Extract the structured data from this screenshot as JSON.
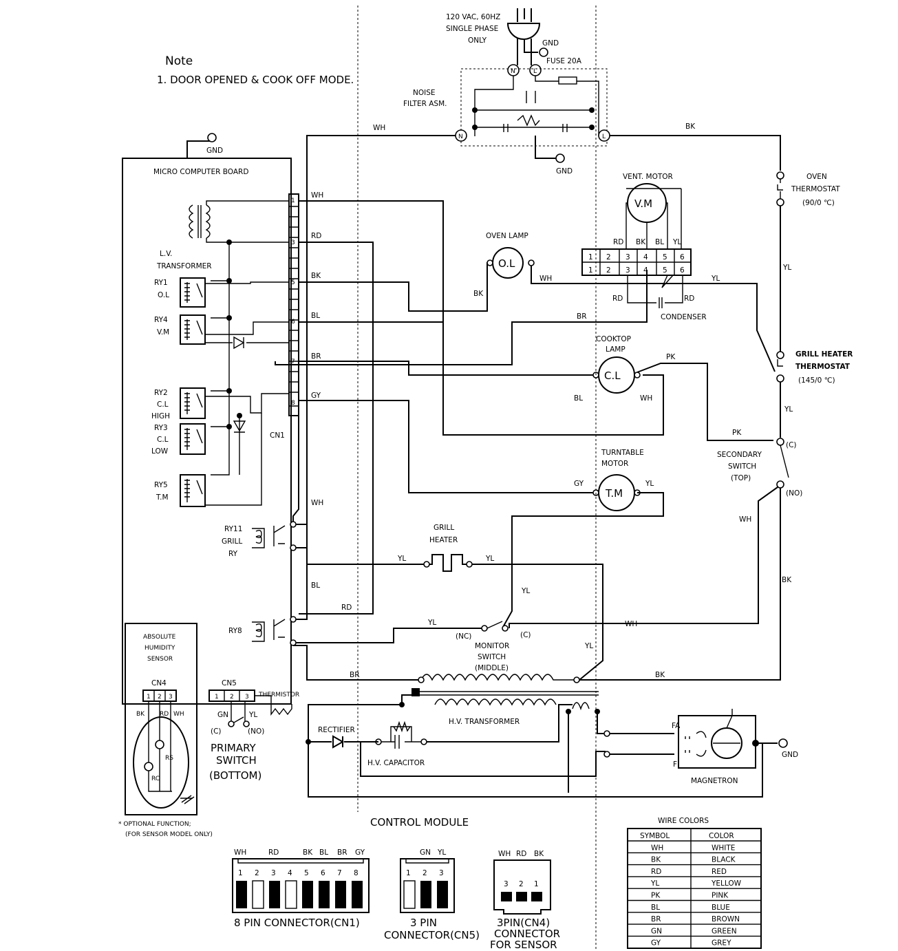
{
  "note": {
    "title": "Note",
    "item": "1. DOOR OPENED & COOK OFF MODE."
  },
  "power": {
    "spec1": "120 VAC, 60Hz",
    "spec2": "SINGLE PHASE",
    "spec3": "ONLY",
    "gnd": "GND",
    "fuse": "FUSE 20A",
    "n": "N",
    "l": "L"
  },
  "noise_filter": {
    "line1": "NOISE",
    "line2": "FILTER ASM."
  },
  "gnd": "GND",
  "board": {
    "title": "MICRO COMPUTER BOARD",
    "cn1": "CN1",
    "cn1_pins": [
      "1",
      "3",
      "5",
      "6",
      "7",
      "8"
    ]
  },
  "lv_transformer": {
    "line1": "L.V.",
    "line2": "TRANSFORMER"
  },
  "relays": {
    "ry1": [
      "RY1",
      "O.L"
    ],
    "ry4": [
      "RY4",
      "V.M"
    ],
    "ry2": [
      "RY2",
      "C.L",
      "HIGH"
    ],
    "ry3": [
      "RY3",
      "C.L",
      "LOW"
    ],
    "ry5": [
      "RY5",
      "T.M"
    ],
    "ry11": [
      "RY11",
      "GRILL",
      "RY"
    ],
    "ry8": "RY8"
  },
  "wires": {
    "wh": "WH",
    "rd": "RD",
    "bk": "BK",
    "bl": "BL",
    "br": "BR",
    "gy": "GY",
    "yl": "YL",
    "pk": "PK",
    "gn": "GN"
  },
  "oven_lamp": {
    "label": "OVEN LAMP",
    "symbol": "O.L"
  },
  "vent_motor": {
    "label": "VENT. MOTOR",
    "symbol": "V.M",
    "pins": [
      "1",
      "2",
      "3",
      "4",
      "5",
      "6"
    ],
    "condenser": "CONDENSER"
  },
  "oven_thermostat": {
    "line1": "OVEN",
    "line2": "THERMOSTAT",
    "line3": "(90/0 ℃)"
  },
  "grill_thermostat": {
    "line1": "GRILL HEATER",
    "line2": "THERMOSTAT",
    "line3": "(145/0 ℃)"
  },
  "cooktop_lamp": {
    "line1": "COOKTOP",
    "line2": "LAMP",
    "symbol": "C.L"
  },
  "turntable": {
    "line1": "TURNTABLE",
    "line2": "MOTOR",
    "symbol": "T.M"
  },
  "secondary_switch": {
    "line1": "SECONDARY",
    "line2": "SWITCH",
    "line3": "(TOP)",
    "c": "(C)",
    "no": "(NO)"
  },
  "grill_heater": {
    "line1": "GRILL",
    "line2": "HEATER"
  },
  "monitor_switch": {
    "nc": "(NC)",
    "c": "(C)",
    "line1": "MONITOR",
    "line2": "SWITCH",
    "line3": "(MIDDLE)"
  },
  "humidity": {
    "line1": "ABSOLUTE",
    "line2": "HUMIDITY",
    "line3": "SENSOR",
    "cn4": "CN4",
    "pins": [
      "1",
      "2",
      "3"
    ],
    "rs": "RS",
    "rc": "RC"
  },
  "cn5": {
    "label": "CN5",
    "pins": [
      "1",
      "2",
      "3"
    ],
    "thermistor": "THERMISTOR"
  },
  "primary_switch": {
    "c": "(C)",
    "no": "(NO)",
    "line1": "PRIMARY",
    "line2": "SWITCH",
    "line3": "(BOTTOM)"
  },
  "rectifier": "RECTIFIER",
  "hv_transformer": "H.V. TRANSFORMER",
  "hv_capacitor": "H.V. CAPACITOR",
  "magnetron": {
    "label": "MAGNETRON",
    "fa": "FA",
    "f": "F"
  },
  "optional": {
    "line1": "* OPTIONAL FUNCTION;",
    "line2": "(FOR SENSOR MODEL ONLY)"
  },
  "control_module": "CONTROL MODULE",
  "connectors": {
    "cn1": {
      "colors": [
        "WH",
        "RD",
        "BK",
        "BL",
        "BR",
        "GY"
      ],
      "pins": [
        "1",
        "2",
        "3",
        "4",
        "5",
        "6",
        "7",
        "8"
      ],
      "caption": "8 PIN CONNECTOR(CN1)"
    },
    "cn5": {
      "colors": [
        "GN",
        "YL"
      ],
      "pins": [
        "1",
        "2",
        "3"
      ],
      "caption1": "3 PIN",
      "caption2": "CONNECTOR(CN5)"
    },
    "cn4": {
      "colors": [
        "WH",
        "RD",
        "BK"
      ],
      "pins": [
        "3",
        "2",
        "1"
      ],
      "caption1": "3PIN(CN4)",
      "caption2": "CONNECTOR",
      "caption3": "FOR SENSOR"
    }
  },
  "wire_colors": {
    "title": "WIRE COLORS",
    "header": [
      "SYMBOL",
      "COLOR"
    ],
    "rows": [
      [
        "WH",
        "WHITE"
      ],
      [
        "BK",
        "BLACK"
      ],
      [
        "RD",
        "RED"
      ],
      [
        "YL",
        "YELLOW"
      ],
      [
        "PK",
        "PINK"
      ],
      [
        "BL",
        "BLUE"
      ],
      [
        "BR",
        "BROWN"
      ],
      [
        "GN",
        "GREEN"
      ],
      [
        "GY",
        "GREY"
      ]
    ]
  }
}
